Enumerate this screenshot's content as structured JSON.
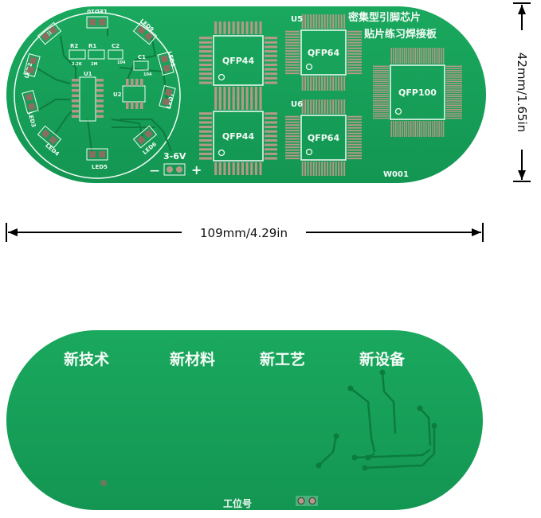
{
  "colors": {
    "board": "#17a35a",
    "board_dark": "#0f8a48",
    "silkscreen": "#f4fbf6",
    "pad": "#b49a86",
    "trace": "#0c7c3e"
  },
  "top_board": {
    "title_line1": "密集型引脚芯片",
    "title_line2": "贴片练习焊接板",
    "model": "W001",
    "power_label": "3-6V",
    "minus": "—",
    "plus": "+",
    "chips": [
      {
        "ref": "",
        "label": "QFP44"
      },
      {
        "ref": "",
        "label": "QFP44"
      },
      {
        "ref": "U5",
        "label": "QFP64"
      },
      {
        "ref": "U6",
        "label": "QFP64"
      },
      {
        "ref": "",
        "label": "QFP100"
      }
    ],
    "components": {
      "r2": "R2",
      "r1": "R1",
      "c2": "C2",
      "c1": "C1",
      "u1": "U1",
      "u2": "U2",
      "r2_val": "2.2K",
      "r1_val": "2M",
      "c2_val": "104",
      "c1_val": "104"
    },
    "leds": [
      "LED10",
      "LED9",
      "LED8",
      "LED7",
      "LED6",
      "LED5",
      "LED4",
      "LED3",
      "LED2",
      "LED1"
    ]
  },
  "dimensions": {
    "height": "42mm/1.65in",
    "width": "109mm/4.29in"
  },
  "bottom_board": {
    "labels": [
      "新技术",
      "新材料",
      "新工艺",
      "新设备"
    ],
    "station": "工位号"
  }
}
